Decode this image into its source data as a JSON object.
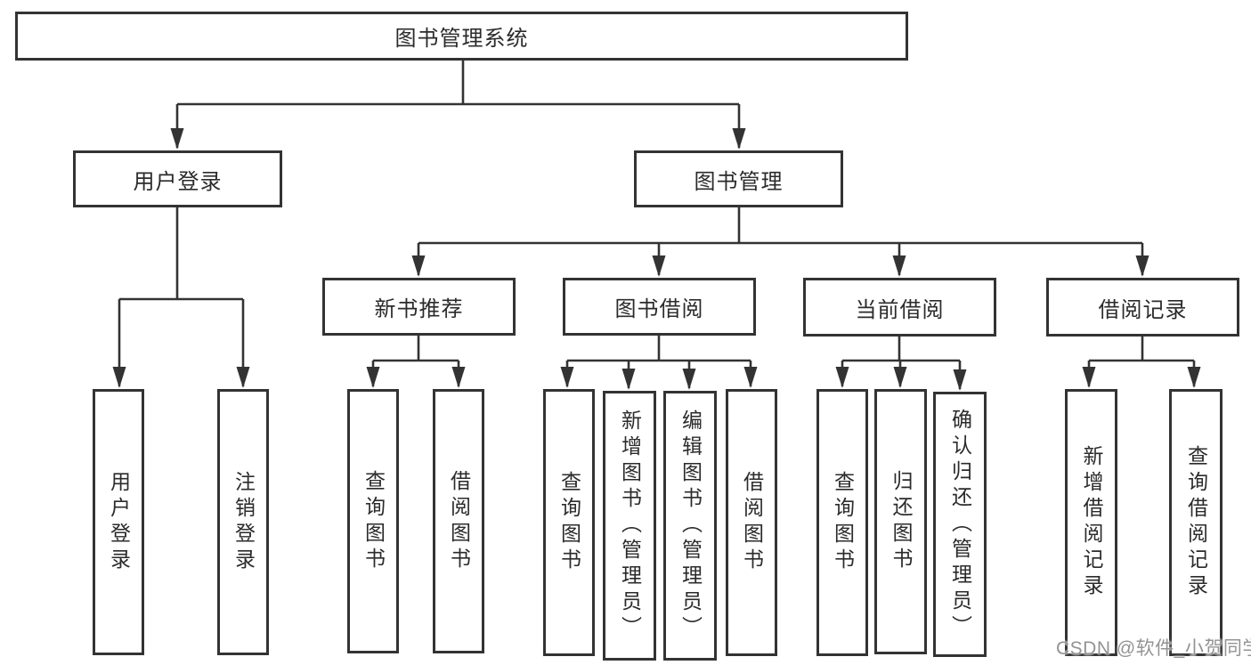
{
  "diagram": {
    "root": {
      "label": "图书管理系统"
    },
    "branches": {
      "user_login": {
        "label": "用户登录"
      },
      "book_mgmt": {
        "label": "图书管理"
      }
    },
    "level2": {
      "new_book": {
        "label": "新书推荐"
      },
      "borrow": {
        "label": "图书借阅"
      },
      "current": {
        "label": "当前借阅"
      },
      "records": {
        "label": "借阅记录"
      }
    },
    "leaves": {
      "ul_login": {
        "label": "用户登录"
      },
      "ul_logout": {
        "label": "注销登录"
      },
      "nb_query": {
        "label": "查询图书"
      },
      "nb_borrow": {
        "label": "借阅图书"
      },
      "bw_query": {
        "label": "查询图书"
      },
      "bw_add": {
        "label": "新增图书（管理员）"
      },
      "bw_edit": {
        "label": "编辑图书（管理员）"
      },
      "bw_borrow": {
        "label": "借阅图书"
      },
      "cb_query": {
        "label": "查询图书"
      },
      "cb_return": {
        "label": "归还图书"
      },
      "cb_confirm": {
        "label": "确认归还（管理员）"
      },
      "br_add": {
        "label": "新增借阅记录"
      },
      "br_query": {
        "label": "查询借阅记录"
      }
    },
    "watermark": "CSDN @软件_小贺同学",
    "colors": {
      "line": "#333333",
      "text": "#2b2b2b",
      "background": "#ffffff",
      "watermark": "#939393"
    }
  }
}
